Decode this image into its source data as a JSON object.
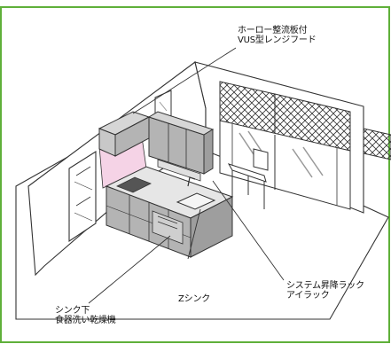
{
  "top_caption": "",
  "callouts": [
    {
      "id": "range-hood",
      "lines": [
        "ホーロー整流板付",
        "VUS型レンジフード"
      ]
    },
    {
      "id": "system-rack",
      "lines": [
        "システム昇降ラック",
        "アイラック"
      ]
    },
    {
      "id": "z-sink",
      "lines": [
        "Zシンク"
      ]
    },
    {
      "id": "dishwasher",
      "lines": [
        "シンク下",
        "食器洗い乾燥機"
      ]
    }
  ],
  "colors": {
    "frame": "#5fb03a",
    "line": "#333333",
    "wall_pink": "#f5d3e6",
    "cabinet": "#b4b4b4",
    "cabinet_light": "#d6d6d6",
    "hood": "#c8c8c8"
  }
}
